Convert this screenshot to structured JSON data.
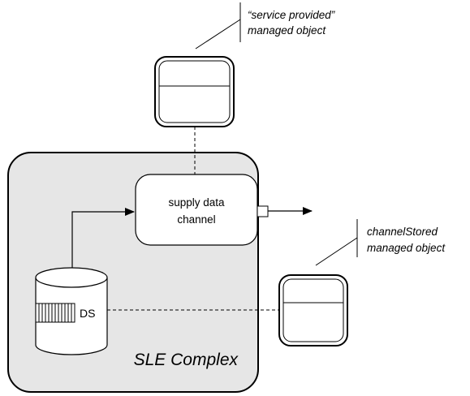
{
  "annotations": {
    "service_provided_line1": "“service provided”",
    "service_provided_line2": "managed object",
    "channel_stored_line1": "channelStored",
    "channel_stored_line2": "managed object"
  },
  "complex": {
    "label": "SLE Complex"
  },
  "supply_channel": {
    "line1": "supply data",
    "line2": "channel"
  },
  "data_store": {
    "label": "DS"
  }
}
